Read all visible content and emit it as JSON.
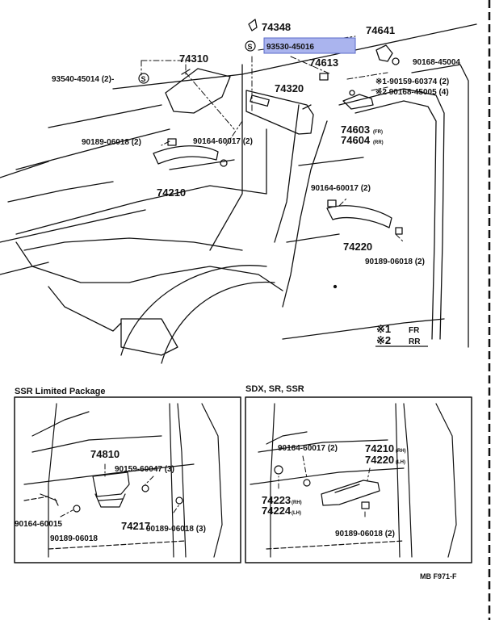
{
  "labels": {
    "p74348": "74348",
    "p74641": "74641",
    "p93530": "93530-45016",
    "p90168a": "90168-45004",
    "p74310": "74310",
    "p74613": "74613",
    "p93540": "93540-45014 (2)-",
    "p90159": "※1-90159-60374 (2)",
    "p90168b": "※2 90168-45005 (4)",
    "p74320": "74320",
    "p74603": "74603",
    "p74603_sfx": "(FR)",
    "p74604": "74604",
    "p74604_sfx": "(RR)",
    "p90189a": "90189-06018 (2)",
    "p90164a": "90164-60017 (2)",
    "p74210": "74210",
    "p90164b": "90164-60017 (2)",
    "p74220": "74220",
    "p90189b": "90189-06018 (2)",
    "legend1_mark": "※1",
    "legend1_val": "FR",
    "legend2_mark": "※2",
    "legend2_val": "RR",
    "inset_left_title": "SSR Limited Package",
    "inset_right_title": "SDX, SR, SSR",
    "p74810": "74810",
    "p90159b": "90159-60047 (3)",
    "p90164c": "90164-60015",
    "p74217": "74217",
    "p90189c": "90189-06018",
    "p90189d": "90189-06018 (3)",
    "p90164d": "90164-60017 (2)",
    "p74210b": "74210",
    "p74210b_sfx": "(RH)",
    "p74220b": "74220",
    "p74220b_sfx": "(LH)",
    "p74223": "74223",
    "p74223_sfx": "(RH)",
    "p74224": "74224",
    "p74224_sfx": "(LH)",
    "p90189e": "90189-06018 (2)",
    "footer": "MB F971-F",
    "circle_s": "S"
  },
  "highlight_color": "#aab4ee"
}
